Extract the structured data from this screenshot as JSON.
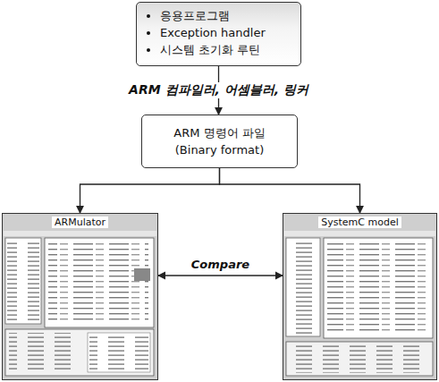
{
  "diagram": {
    "nodes": [
      {
        "text": [
          "응용프로그램",
          "Exception handler",
          "시스템 초기화 루틴"
        ]
      },
      {
        "text": [
          "ARM 명령어 파일",
          "(Binary format)"
        ]
      },
      {
        "text": [
          "ARMulator"
        ]
      },
      {
        "text": [
          "SystemC model"
        ]
      }
    ],
    "edges": [
      {
        "from": 0,
        "to": 1,
        "arrow": "to",
        "label": "ARM 컴파일러, 어셈블러, 링커"
      },
      {
        "from": 1,
        "to": 2,
        "arrow": "to"
      },
      {
        "from": 1,
        "to": 3,
        "arrow": "to"
      },
      {
        "from": 2,
        "to": 3,
        "arrow": "both",
        "label": "Compare"
      }
    ]
  }
}
